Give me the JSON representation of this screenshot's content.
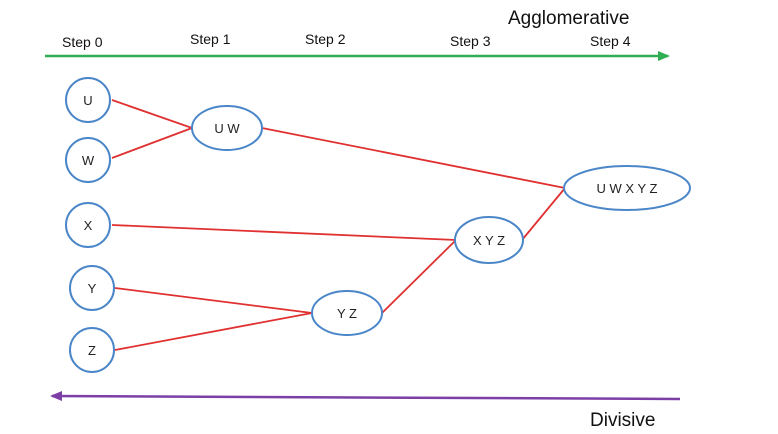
{
  "colors": {
    "agglomerative_arrow": "#2fae52",
    "divisive_arrow": "#7b3fa6",
    "link": "#e03030",
    "node_stroke": "#4a86c8",
    "node_fill": "#ffffff"
  },
  "directions": {
    "agglomerative": "Agglomerative",
    "divisive": "Divisive"
  },
  "steps": [
    "Step 0",
    "Step 1",
    "Step 2",
    "Step 3",
    "Step 4"
  ],
  "nodes": {
    "u": "U",
    "w": "W",
    "x": "X",
    "y": "Y",
    "z": "Z",
    "uw": "U W",
    "yz": "Y Z",
    "xyz": "X Y Z",
    "uwxyz": "U W X Y Z"
  }
}
